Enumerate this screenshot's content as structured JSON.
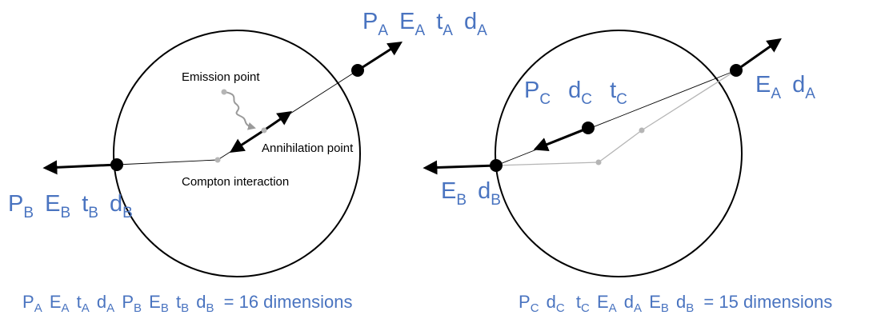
{
  "left_diagram": {
    "label_a": [
      {
        "base": "P",
        "sub": "A"
      },
      {
        "base": "E",
        "sub": "A"
      },
      {
        "base": "t",
        "sub": "A"
      },
      {
        "base": "d",
        "sub": "A"
      }
    ],
    "label_b": [
      {
        "base": "P",
        "sub": "B"
      },
      {
        "base": "E",
        "sub": "B"
      },
      {
        "base": "t",
        "sub": "B"
      },
      {
        "base": "d",
        "sub": "B"
      }
    ],
    "emission_point": "Emission point",
    "annihilation_point": "Annihilation point",
    "compton_interaction": "Compton interaction"
  },
  "right_diagram": {
    "label_c": [
      {
        "base": "P",
        "sub": "C"
      },
      {
        "base": "d",
        "sub": "C"
      },
      {
        "base": "t",
        "sub": "C"
      }
    ],
    "label_a": [
      {
        "base": "E",
        "sub": "A"
      },
      {
        "base": "d",
        "sub": "A"
      }
    ],
    "label_b": [
      {
        "base": "E",
        "sub": "B"
      },
      {
        "base": "d",
        "sub": "B"
      }
    ]
  },
  "formula_left": {
    "terms": [
      "P",
      "A",
      "E",
      "A",
      "t",
      "A",
      "d",
      "A",
      "P",
      "B",
      "E",
      "B",
      "t",
      "B",
      "d",
      "B"
    ],
    "result": "= 16 dimensions"
  },
  "formula_right": {
    "terms": [
      "P",
      "C",
      "d",
      "C",
      "t",
      "C",
      "E",
      "A",
      "d",
      "A",
      "E",
      "B",
      "d",
      "B"
    ],
    "result": "= 15 dimensions"
  },
  "colors": {
    "label_blue": "#4a74c0",
    "gray_path": "#b5b5b5",
    "wavy_gray": "#9a9a9a"
  }
}
